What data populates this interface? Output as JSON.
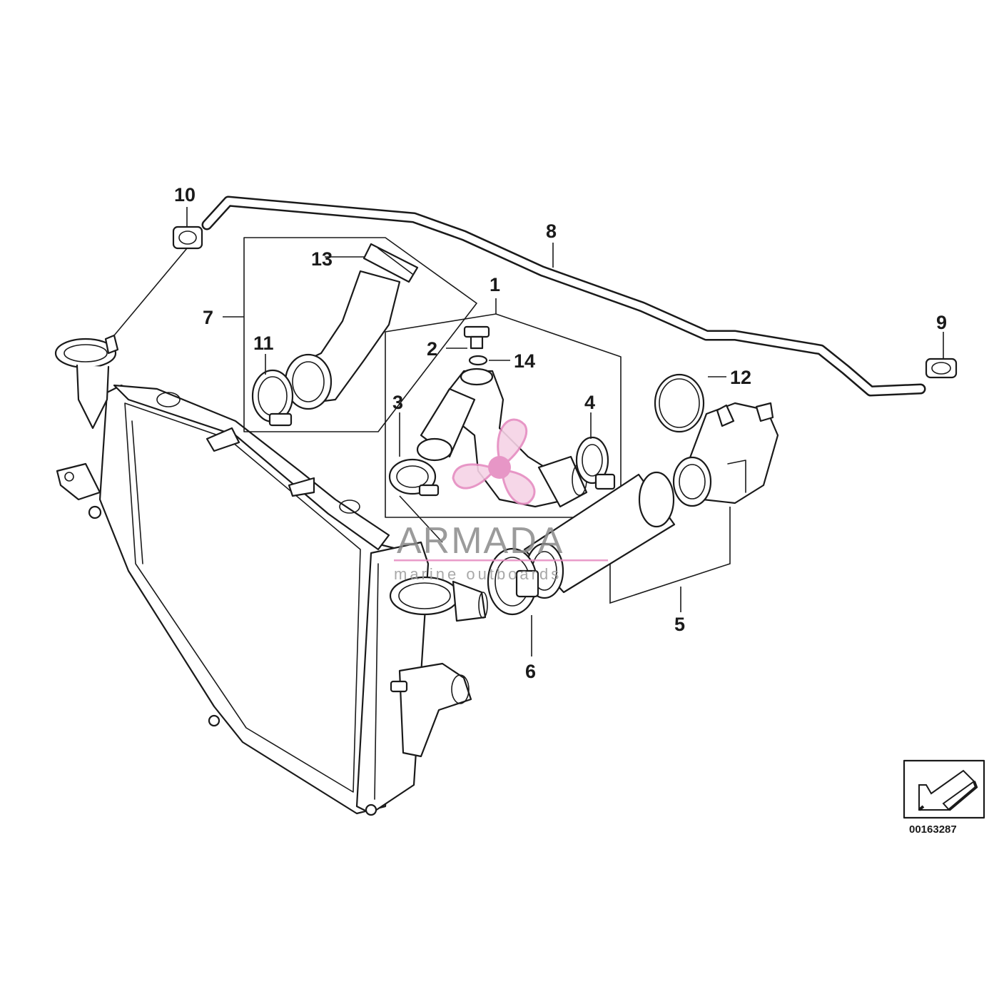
{
  "callouts": {
    "p1": "1",
    "p2": "2",
    "p3": "3",
    "p4": "4",
    "p5": "5",
    "p6": "6",
    "p7": "7",
    "p8": "8",
    "p9": "9",
    "p10": "10",
    "p11": "11",
    "p12": "12",
    "p13": "13",
    "p14": "14"
  },
  "document_number": "00163287",
  "watermark": {
    "brand": "ARMADA",
    "tagline": "marine outboards",
    "color": "#e58bc0"
  }
}
